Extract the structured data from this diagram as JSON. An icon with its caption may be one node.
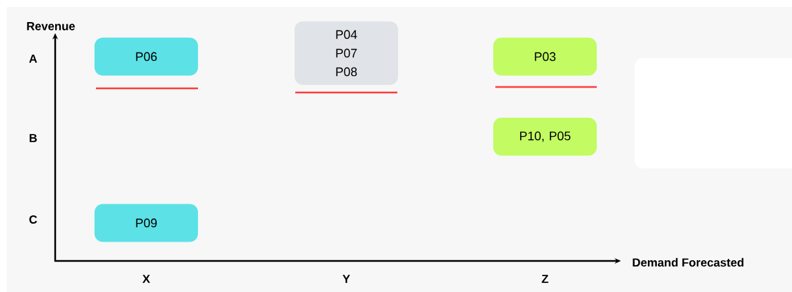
{
  "diagram": {
    "nodes": [
      {
        "text": [
          "P06"
        ]
      },
      {
        "text": [
          "P04 P07 P08"
        ]
      },
      {
        "text": [
          "P03"
        ]
      },
      {
        "text": [
          "P10, P05"
        ]
      },
      {
        "text": [
          "P09"
        ]
      },
      {
        "text": [],
        "shape": "box"
      }
    ],
    "labels": [
      "Revenue",
      "A",
      "B",
      "C",
      "X",
      "Y",
      "Z",
      "Demand Forecasted"
    ]
  }
}
